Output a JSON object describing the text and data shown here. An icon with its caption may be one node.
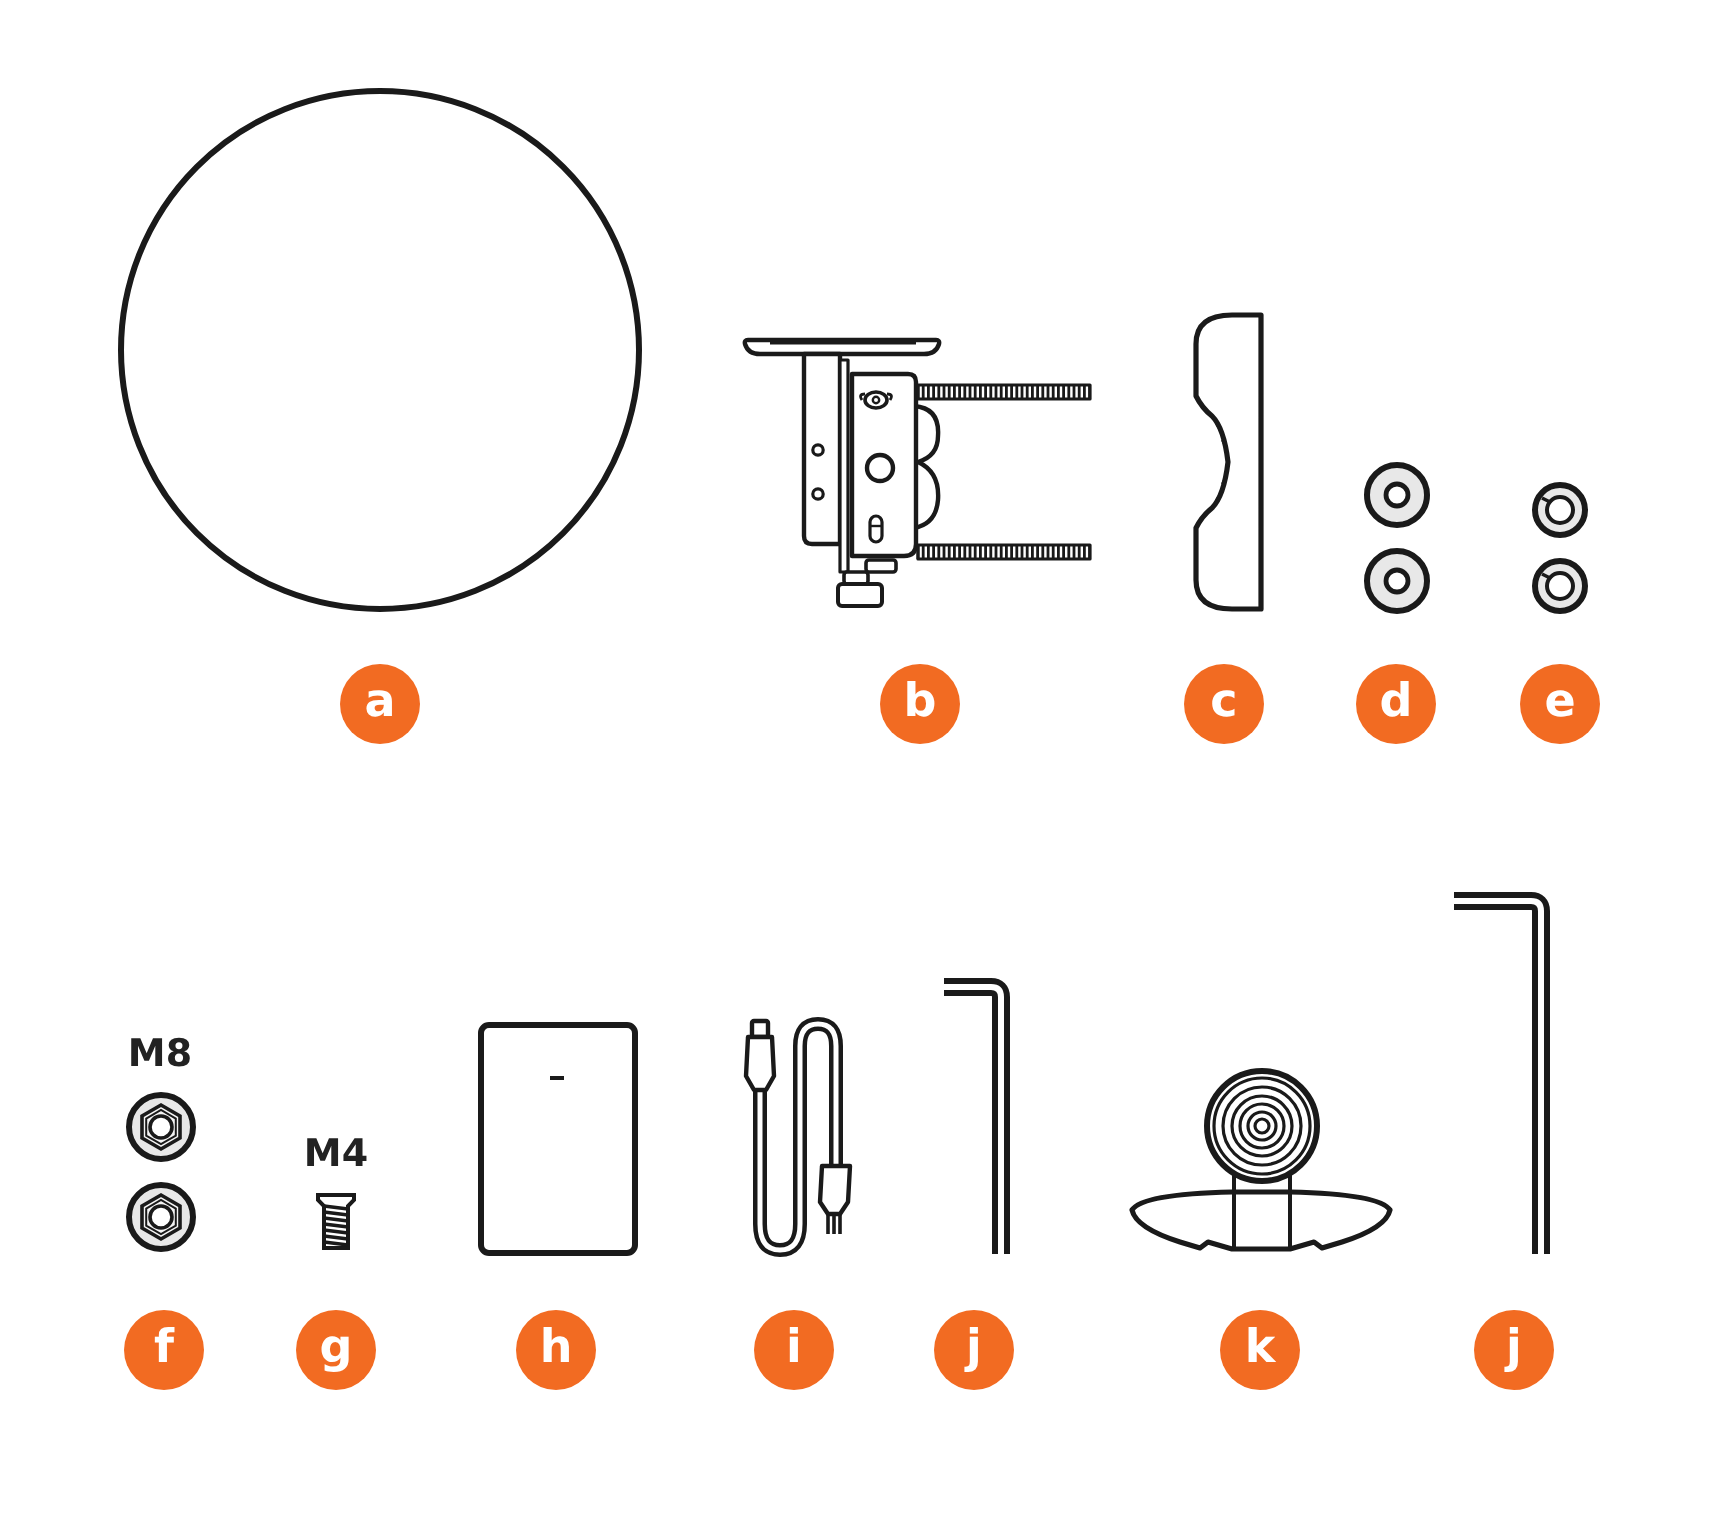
{
  "diagram": {
    "labels": [
      "a",
      "b",
      "c",
      "d",
      "e",
      "M8",
      "M4",
      "f",
      "g",
      "h",
      "i",
      "j",
      "k",
      "j"
    ]
  }
}
